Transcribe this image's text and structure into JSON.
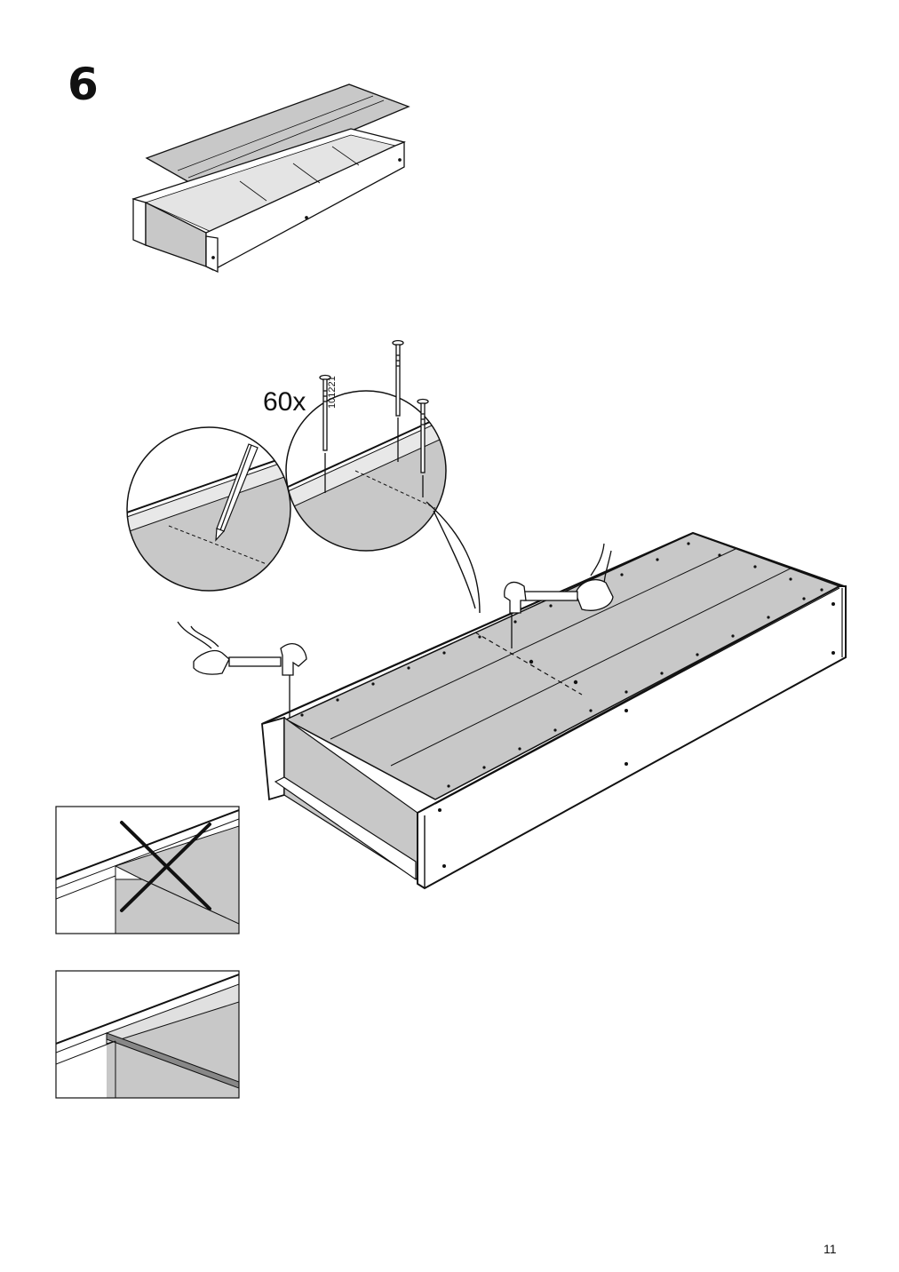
{
  "step": {
    "number": "6"
  },
  "fastener": {
    "quantity": "60x",
    "part_number": "101221"
  },
  "page": {
    "number": "11"
  },
  "icons": {
    "wrong": "cross-mark-icon",
    "tool": "hammer-icon",
    "marker": "pencil-icon",
    "fastener": "nail-icon"
  }
}
